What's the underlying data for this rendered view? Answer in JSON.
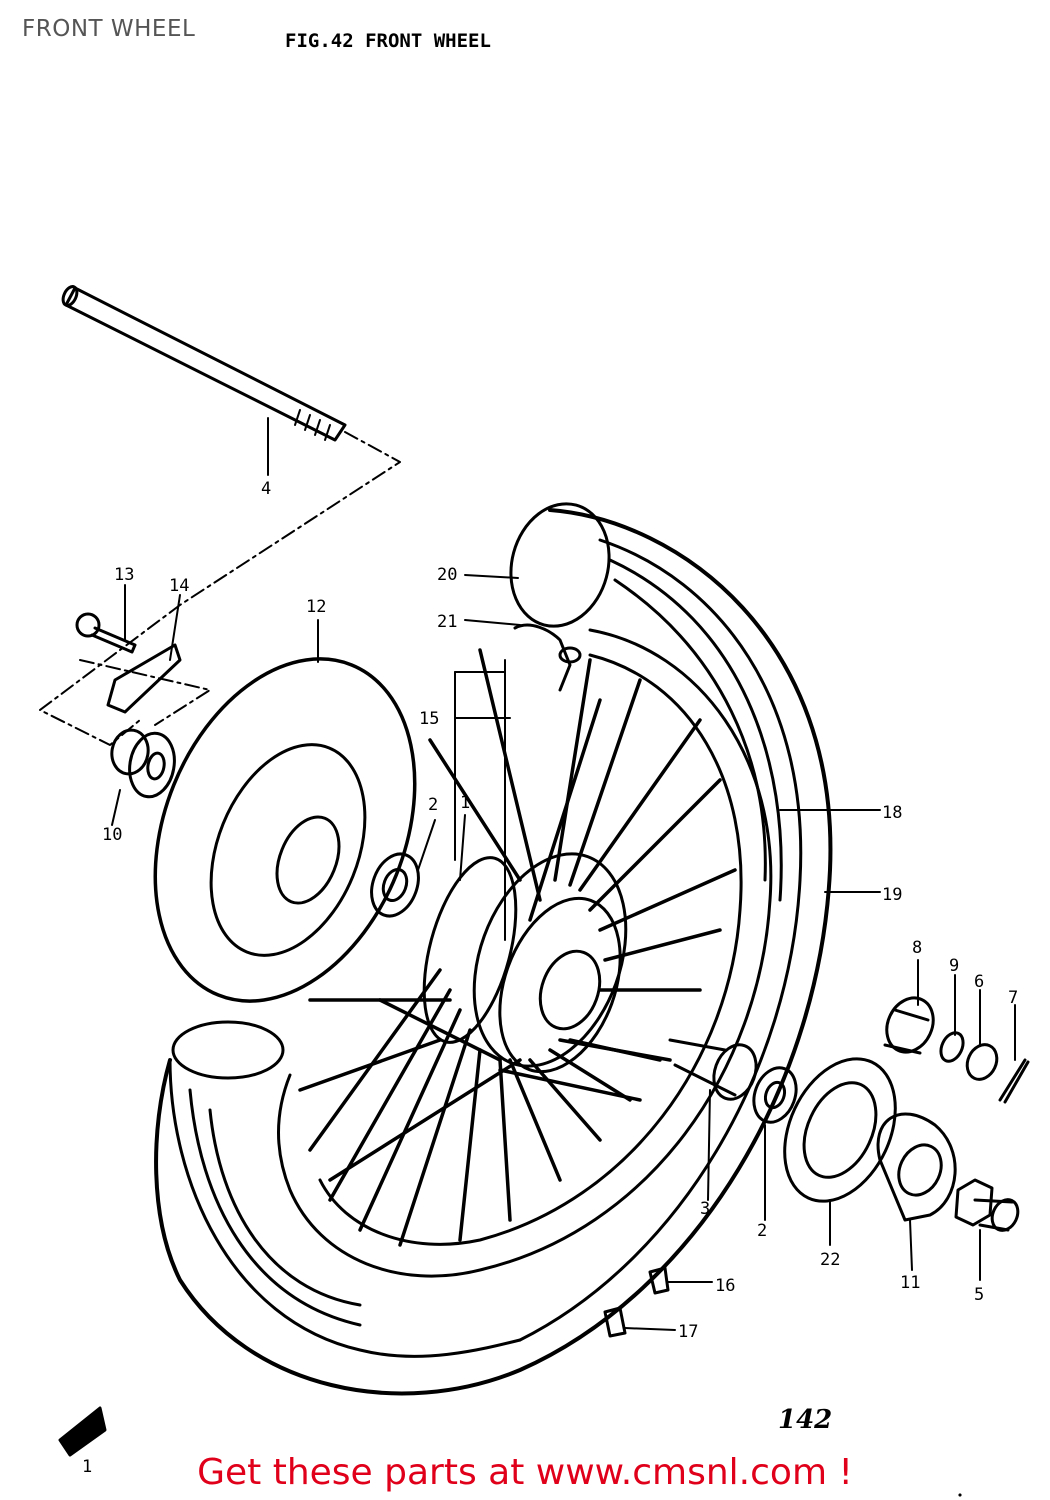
{
  "header": {
    "title": "FRONT WHEEL",
    "figure_title": "FIG.42   FRONT WHEEL"
  },
  "diagram": {
    "page_number": "142",
    "corner_mark": "1",
    "callouts": [
      {
        "id": "c1",
        "text": "1"
      },
      {
        "id": "c2a",
        "text": "2"
      },
      {
        "id": "c2b",
        "text": "2"
      },
      {
        "id": "c3",
        "text": "3"
      },
      {
        "id": "c4",
        "text": "4"
      },
      {
        "id": "c5",
        "text": "5"
      },
      {
        "id": "c6",
        "text": "6"
      },
      {
        "id": "c7",
        "text": "7"
      },
      {
        "id": "c8",
        "text": "8"
      },
      {
        "id": "c9",
        "text": "9"
      },
      {
        "id": "c10",
        "text": "10"
      },
      {
        "id": "c11",
        "text": "11"
      },
      {
        "id": "c12",
        "text": "12"
      },
      {
        "id": "c13",
        "text": "13"
      },
      {
        "id": "c14",
        "text": "14"
      },
      {
        "id": "c15",
        "text": "15"
      },
      {
        "id": "c16",
        "text": "16"
      },
      {
        "id": "c17",
        "text": "17"
      },
      {
        "id": "c18",
        "text": "18"
      },
      {
        "id": "c19",
        "text": "19"
      },
      {
        "id": "c20",
        "text": "20"
      },
      {
        "id": "c21",
        "text": "21"
      },
      {
        "id": "c22",
        "text": "22"
      }
    ]
  },
  "footer": {
    "link_text": "Get these parts at www.cmsnl.com !",
    "link_color": "#e0001a"
  }
}
